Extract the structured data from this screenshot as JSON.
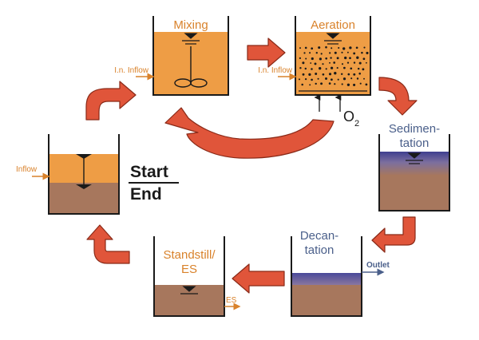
{
  "stages": {
    "mixing": {
      "title": "Mixing",
      "inflow": "I.n. Inflow"
    },
    "aeration": {
      "title": "Aeration",
      "inflow": "I.n. Inflow",
      "gas": "O",
      "gas_sub": "2"
    },
    "sedimentation": {
      "title_line1": "Sedimen-",
      "title_line2": "tation"
    },
    "decantation": {
      "title_line1": "Decan-",
      "title_line2": "tation",
      "outlet": "Outlet"
    },
    "standstill": {
      "title_line1": "Standstill/",
      "title_line2": "ES",
      "es": "ES"
    },
    "fill": {
      "inflow": "Inflow"
    }
  },
  "center": {
    "start": "Start",
    "end": "End"
  },
  "icons": [
    "mixer-icon",
    "water-level-icon",
    "cycle-arrow-icon",
    "air-bubbles-icon"
  ],
  "colors": {
    "arrow": "#e0553a",
    "arrow_stroke": "#8a2a18",
    "orange_water": "#ee9d45",
    "sludge": "#a7775d",
    "supernatant": "#5b5b9a",
    "label_orange": "#d9822b",
    "label_blue": "#4a5f8a"
  }
}
